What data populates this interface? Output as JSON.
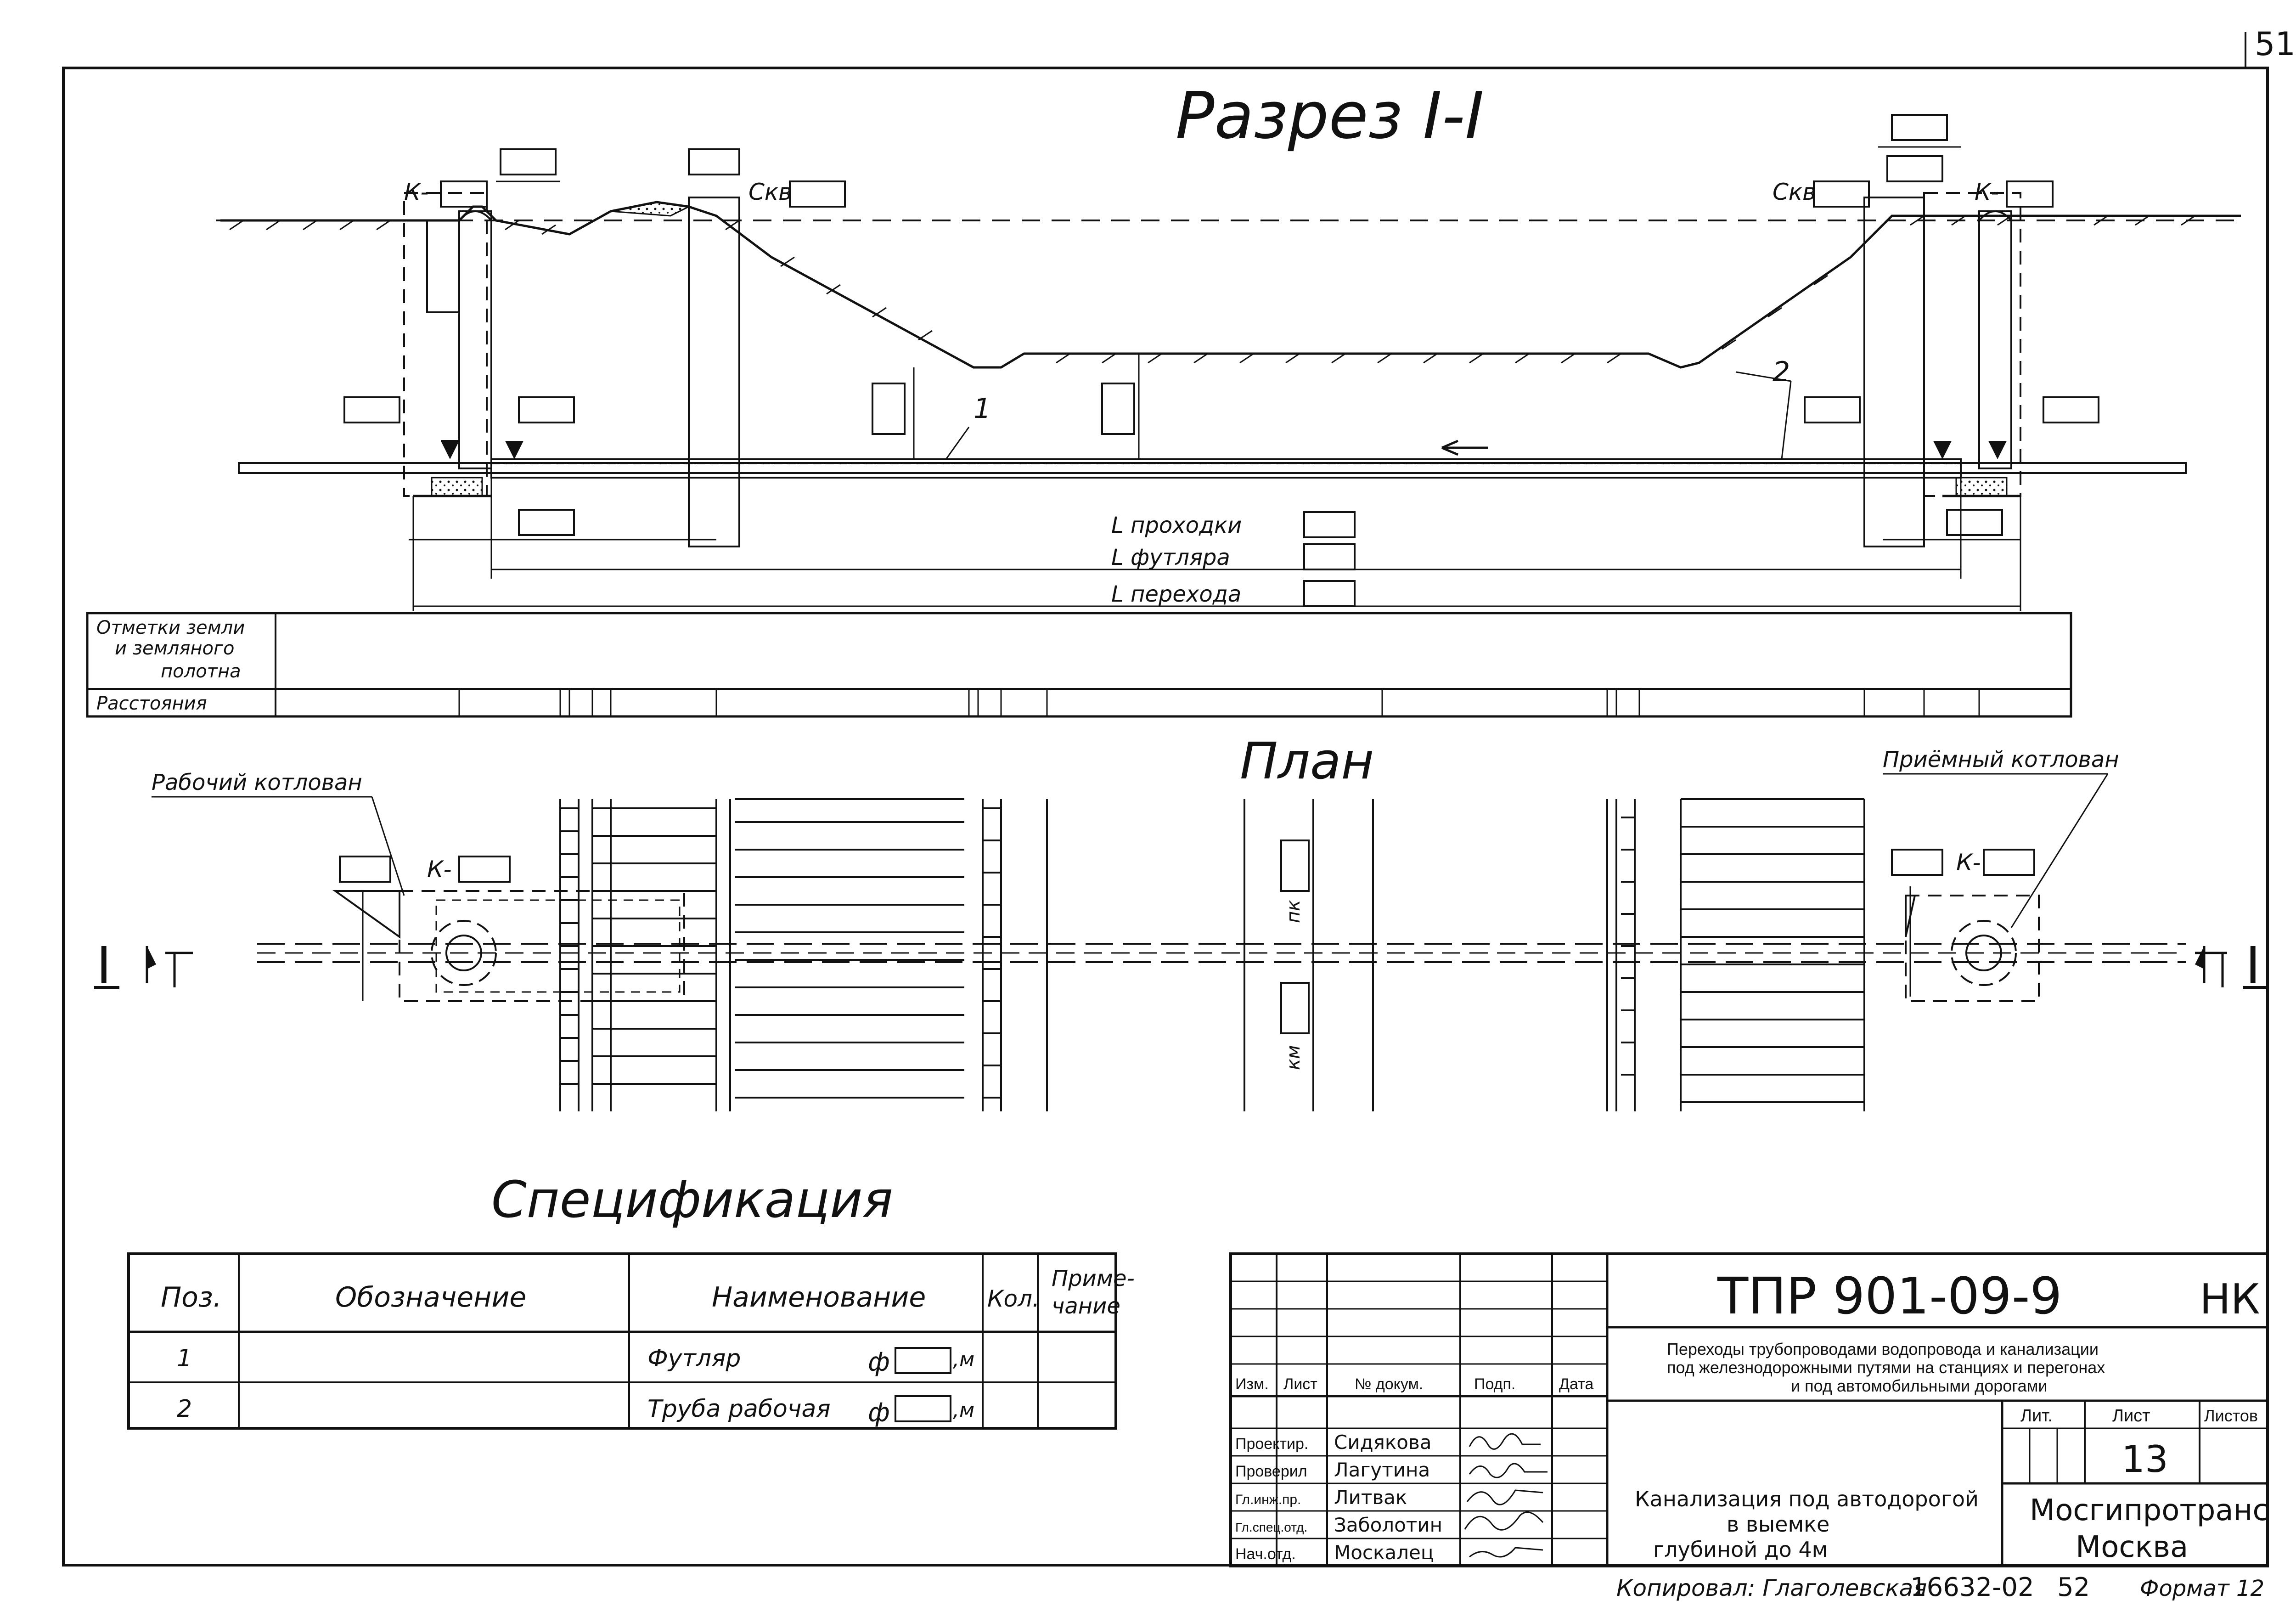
{
  "page_number": "51",
  "section": {
    "title": "Разрез I-I",
    "labels": {
      "k_left": "К-",
      "k_right": "К-",
      "skv_left": "Скв",
      "skv_right": "Скв",
      "pipe_1": "1",
      "pipe_2": "2"
    },
    "dims": {
      "l_prokhodki": "L проходки",
      "l_futlyara": "L футляра",
      "l_perekhoda": "L перехода"
    },
    "profile_rows": {
      "row1_line1": "Отметки земли",
      "row1_line2": "и земляного",
      "row1_line3": "полотна",
      "row2": "Расстояния"
    }
  },
  "plan": {
    "title": "План",
    "working_pit": "Рабочий котлован",
    "receiving_pit": "Приёмный котлован",
    "k_left": "К-",
    "k_right": "К-",
    "pk": "пк",
    "km": "км",
    "cut_left": "I",
    "cut_right": "I"
  },
  "spec": {
    "title": "Спецификация",
    "headers": [
      "Поз.",
      "Обозначение",
      "Наименование",
      "Кол.",
      "Приме-",
      "чание"
    ],
    "rows": [
      {
        "pos": "1",
        "name": "Футляр",
        "dia": "ф",
        "unit": ",м"
      },
      {
        "pos": "2",
        "name": "Труба рабочая",
        "dia": "ф",
        "unit": ",м"
      }
    ]
  },
  "stamp": {
    "code": "ТПР 901-09-9",
    "mark": "НК",
    "desc_1": "Переходы трубопроводами водопровода и канализации",
    "desc_2": "под железнодорожными путями на станциях и перегонах",
    "desc_3": "и под автомобильными дорогами",
    "col_headers": [
      "Изм.",
      "Лист",
      "№ докум.",
      "Подп.",
      "Дата"
    ],
    "people": [
      {
        "role": "Проектир.",
        "name": "Сидякова"
      },
      {
        "role": "Проверил",
        "name": "Лагутина"
      },
      {
        "role": "Гл.инж.пр.",
        "name": "Литвак"
      },
      {
        "role": "Гл.спец.отд.",
        "name": "Заболотин"
      },
      {
        "role": "Нач.отд.",
        "name": "Москалец"
      }
    ],
    "lit": "Лит.",
    "list": "Лист",
    "listov": "Листов",
    "sheet_no": "13",
    "title_1": "Канализация под автодорогой",
    "title_2": "в выемке",
    "title_3": "глубиной до 4м",
    "org_1": "Мосгипротранс",
    "org_2": "Москва"
  },
  "footer": {
    "copied": "Копировал: Глаголевская",
    "inv": "16632-02",
    "num": "52",
    "format": "Формат 12"
  }
}
